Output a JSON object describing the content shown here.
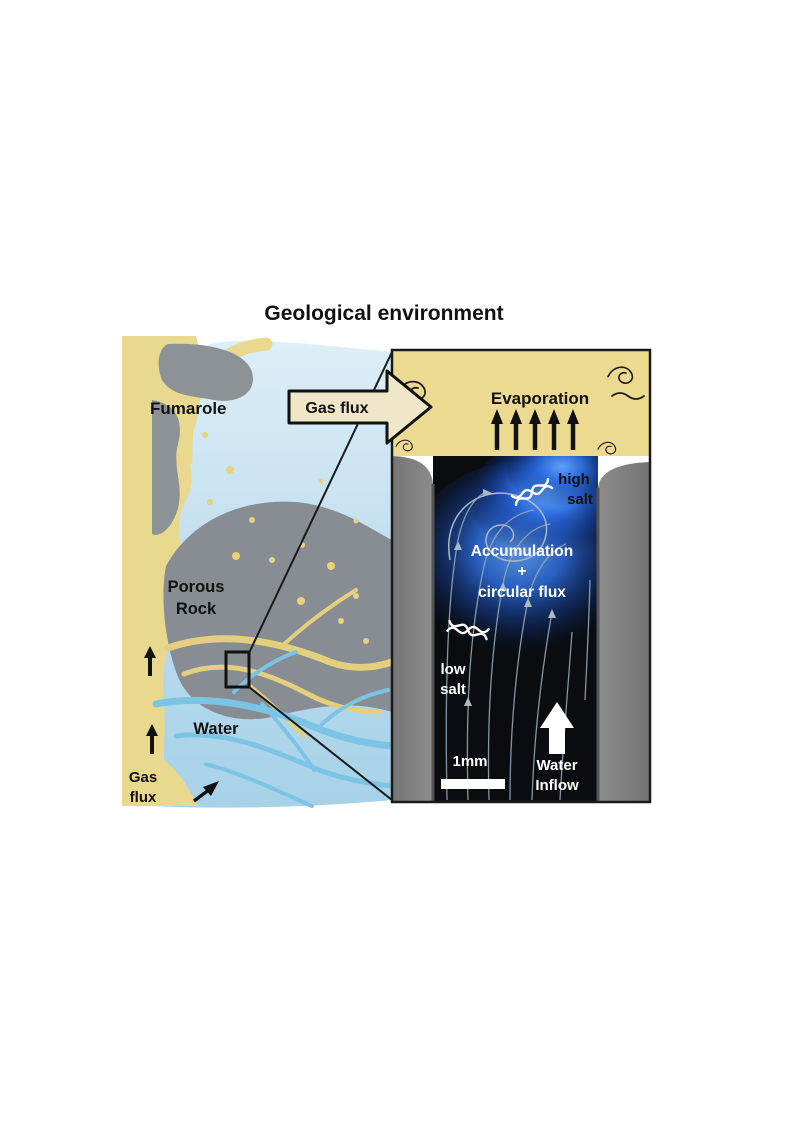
{
  "title": "Geological environment",
  "left_panel": {
    "fumarole": "Fumarole",
    "porous_rock": [
      "Porous",
      "Rock"
    ],
    "water": "Water",
    "gas_flux": [
      "Gas",
      "flux"
    ]
  },
  "connector_arrow": {
    "label": "Gas flux"
  },
  "right_panel": {
    "evaporation": "Evaporation",
    "high_salt": [
      "high",
      "salt"
    ],
    "accumulation": [
      "Accumulation",
      "+",
      "circular flux"
    ],
    "low_salt": [
      "low",
      "salt"
    ],
    "scale": "1mm",
    "water_inflow": [
      "Water",
      "Inflow"
    ]
  },
  "icons": {
    "up-arrow-icon": "black upward gas flux arrow",
    "wind-swirl-icon": "curly wind/evaporation doodle",
    "evaporation-arrow-icon": "black upward evaporation arrow",
    "dna-icon": "white DNA/polymer squiggle",
    "water-inflow-arrow-icon": "white upward inflow arrow",
    "zoom-box-icon": "magnified region rectangle",
    "scale-bar": "white 1mm scale bar"
  },
  "colors": {
    "sand": "#e9d98f",
    "sand_panel": "#ecda90",
    "sky_top": "#ddeef7",
    "sky_bottom": "#a6d2e8",
    "rock_gray": "#878d92",
    "wall_gray": "#7e7e7e",
    "water_blue": "#7cc4e4",
    "vein_yellow": "#e4cf7e",
    "channel_black": "#0a0c10",
    "glow_blue": "#2f6fe0",
    "text_black": "#111111",
    "text_white": "#ffffff"
  }
}
